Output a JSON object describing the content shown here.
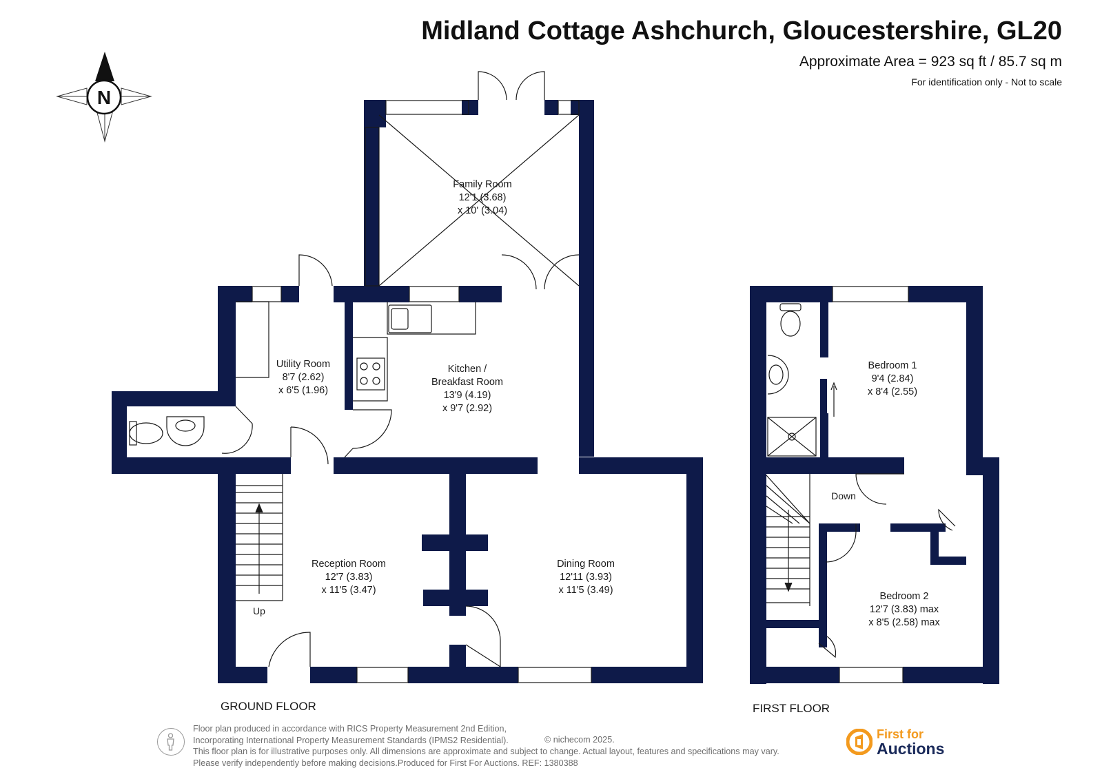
{
  "header": {
    "title": "Midland Cottage Ashchurch, Gloucestershire, GL20",
    "area": "Approximate Area = 923 sq ft / 85.7 sq m",
    "note": "For identification only - Not to scale"
  },
  "compass": {
    "letter": "N"
  },
  "colors": {
    "wall": "#0e1a49",
    "line": "#1a1a1a",
    "footer_text": "#6d6d6d",
    "logo_orange": "#f39a1e",
    "logo_navy": "#1a2a5a"
  },
  "floors": {
    "ground": {
      "label": "GROUND FLOOR",
      "rooms": {
        "family": {
          "name": "Family Room",
          "dim1": "12'1 (3.68)",
          "dim2": "x 10' (3.04)"
        },
        "utility": {
          "name": "Utility Room",
          "dim1": "8'7 (2.62)",
          "dim2": "x 6'5 (1.96)"
        },
        "kitchen": {
          "name1": "Kitchen /",
          "name2": "Breakfast Room",
          "dim1": "13'9 (4.19)",
          "dim2": "x 9'7 (2.92)"
        },
        "reception": {
          "name": "Reception Room",
          "dim1": "12'7 (3.83)",
          "dim2": "x 11'5 (3.47)"
        },
        "dining": {
          "name": "Dining Room",
          "dim1": "12'11 (3.93)",
          "dim2": "x 11'5 (3.49)"
        }
      },
      "stairs_label": "Up"
    },
    "first": {
      "label": "FIRST FLOOR",
      "rooms": {
        "bedroom1": {
          "name": "Bedroom 1",
          "dim1": "9'4 (2.84)",
          "dim2": "x 8'4 (2.55)"
        },
        "bedroom2": {
          "name": "Bedroom 2",
          "dim1": "12'7 (3.83) max",
          "dim2": "x 8'5 (2.58) max"
        }
      },
      "stairs_label": "Down"
    }
  },
  "footer": {
    "lines": [
      "Floor plan produced in accordance with RICS Property Measurement 2nd Edition,",
      "Incorporating International Property Measurement Standards (IPMS2 Residential).",
      "This floor plan is for illustrative purposes only. All dimensions are approximate and subject to change. Actual layout, features and specifications may vary.",
      "Please verify independently before making decisions.Produced for First For Auctions.   REF:  1380388"
    ],
    "copyright": "© nichecom 2025."
  },
  "logo": {
    "line1": "First for",
    "line2": "Auctions"
  }
}
